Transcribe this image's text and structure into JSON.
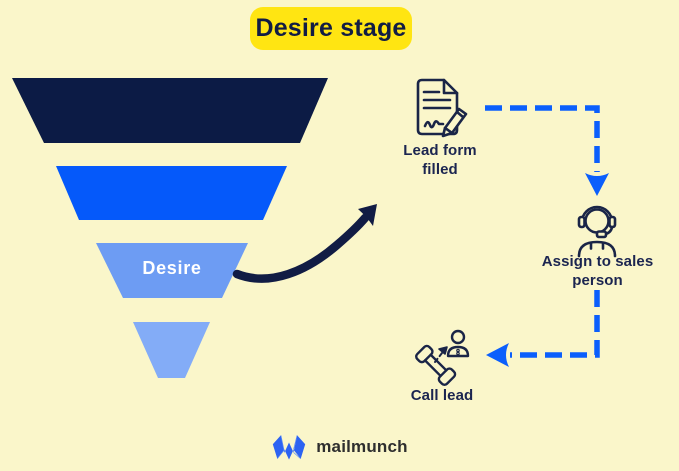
{
  "canvas": {
    "background": "#FAF6CA"
  },
  "title": {
    "label": "Desire stage",
    "badge_color": "#FFE512",
    "text_color": "#111C44"
  },
  "funnel": {
    "stages": [
      {
        "label": "",
        "color": "#0C1B45"
      },
      {
        "label": "",
        "color": "#0559FA"
      },
      {
        "label": "Desire",
        "color": "#6D9CF3",
        "label_color": "#FFFFFF"
      },
      {
        "label": "",
        "color": "#83ACF7"
      }
    ],
    "highlighted_stage": "Desire"
  },
  "arrow": {
    "color": "#111C44"
  },
  "flow": {
    "connector_color": "#0B5FFC",
    "icon_color": "#1A2547",
    "steps": [
      {
        "label": "Lead form filled",
        "icon": "lead-form-document-icon"
      },
      {
        "label": "Assign to sales person",
        "icon": "headset-agent-icon"
      },
      {
        "label": "Call lead",
        "icon": "phone-call-icon"
      }
    ]
  },
  "footer": {
    "brand": "mailmunch",
    "logo_icon": "mailmunch-m-icon",
    "logo_color": "#2C63F2",
    "text_color": "#2E2E2E"
  }
}
